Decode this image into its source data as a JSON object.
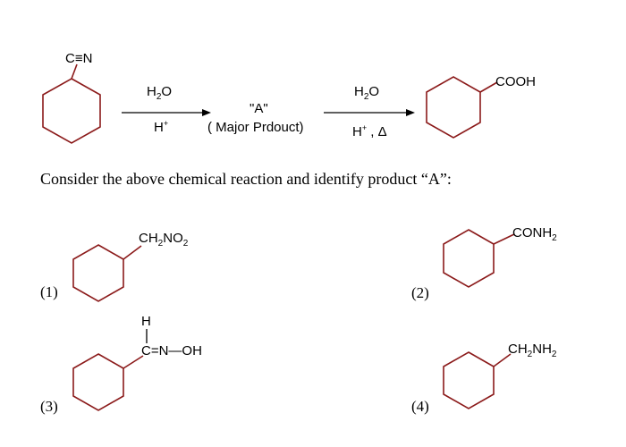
{
  "reaction": {
    "reactant_label": "C≡N",
    "step1": {
      "reagent_top": "H₂O",
      "reagent_bottom": "H⁺"
    },
    "intermediate": {
      "name": "\"A\"",
      "note": "( Major Prdouct)"
    },
    "step2": {
      "reagent_top": "H₂O",
      "reagent_bottom": "H⁺ , Δ"
    },
    "product_label": "COOH"
  },
  "question": "Consider the above chemical reaction and identify product “A”:",
  "options": [
    {
      "number": "(1)",
      "group": "CH₂NO₂"
    },
    {
      "number": "(2)",
      "group": "CONH₂"
    },
    {
      "number": "(3)",
      "group": "C=N—OH",
      "group_top": "H"
    },
    {
      "number": "(4)",
      "group": "CH₂NH₂"
    }
  ],
  "colors": {
    "ring": "#8b1a1a",
    "text": "#000000"
  }
}
